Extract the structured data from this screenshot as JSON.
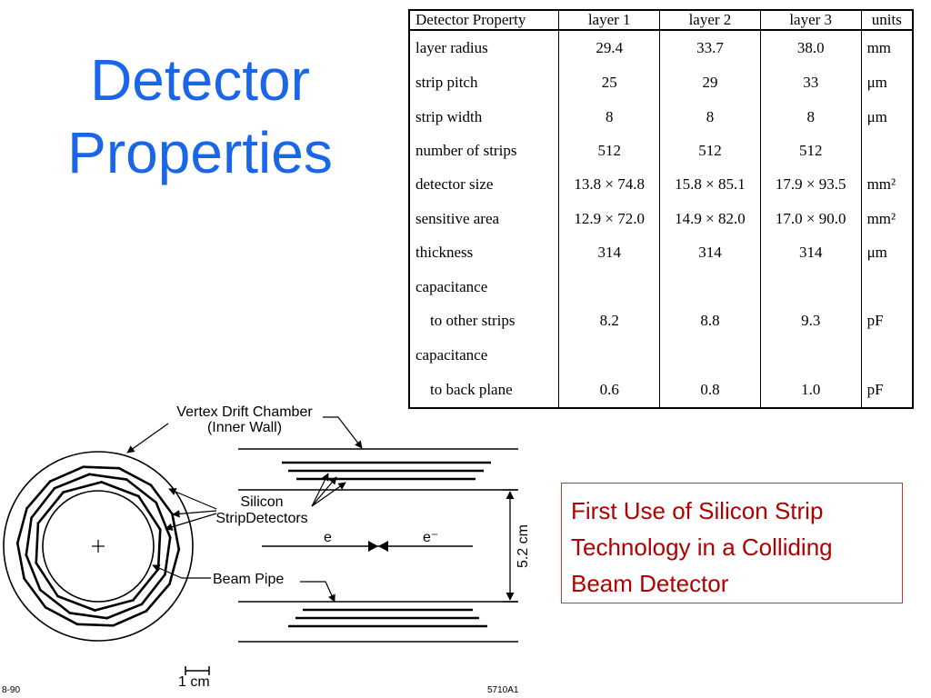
{
  "slide": {
    "title_line1": "Detector",
    "title_line2": "Properties"
  },
  "table": {
    "headers": [
      "Detector Property",
      "layer 1",
      "layer 2",
      "layer 3",
      "units"
    ],
    "rows": [
      [
        "layer radius",
        "29.4",
        "33.7",
        "38.0",
        "mm"
      ],
      [
        "strip pitch",
        "25",
        "29",
        "33",
        "μm"
      ],
      [
        "strip width",
        "8",
        "8",
        "8",
        "μm"
      ],
      [
        "number of strips",
        "512",
        "512",
        "512",
        ""
      ],
      [
        "detector size",
        "13.8 × 74.8",
        "15.8 × 85.1",
        "17.9 × 93.5",
        "mm²"
      ],
      [
        "sensitive area",
        "12.9 × 72.0",
        "14.9 × 82.0",
        "17.0 × 90.0",
        "mm²"
      ],
      [
        "thickness",
        "314",
        "314",
        "314",
        "μm"
      ],
      [
        "capacitance",
        "",
        "",
        "",
        ""
      ],
      [
        "to other strips",
        "8.2",
        "8.8",
        "9.3",
        "pF"
      ],
      [
        "capacitance",
        "",
        "",
        "",
        ""
      ],
      [
        "to back plane",
        "0.6",
        "0.8",
        "1.0",
        "pF"
      ]
    ]
  },
  "callout": {
    "text": "First Use of Silicon Strip Technology in a Colliding Beam Detector"
  },
  "diagram": {
    "label_vdc_line1": "Vertex Drift Chamber",
    "label_vdc_line2": "(Inner Wall)",
    "label_silicon_line1": "Silicon",
    "label_silicon_line2": "StripDetectors",
    "label_beam_pipe": "Beam Pipe",
    "label_e_left": "e",
    "label_e_right": "e⁻",
    "label_dimension": "5.2 cm",
    "label_scale": "1 cm",
    "label_code_left": "8-90",
    "label_code_right": "5710A1"
  }
}
